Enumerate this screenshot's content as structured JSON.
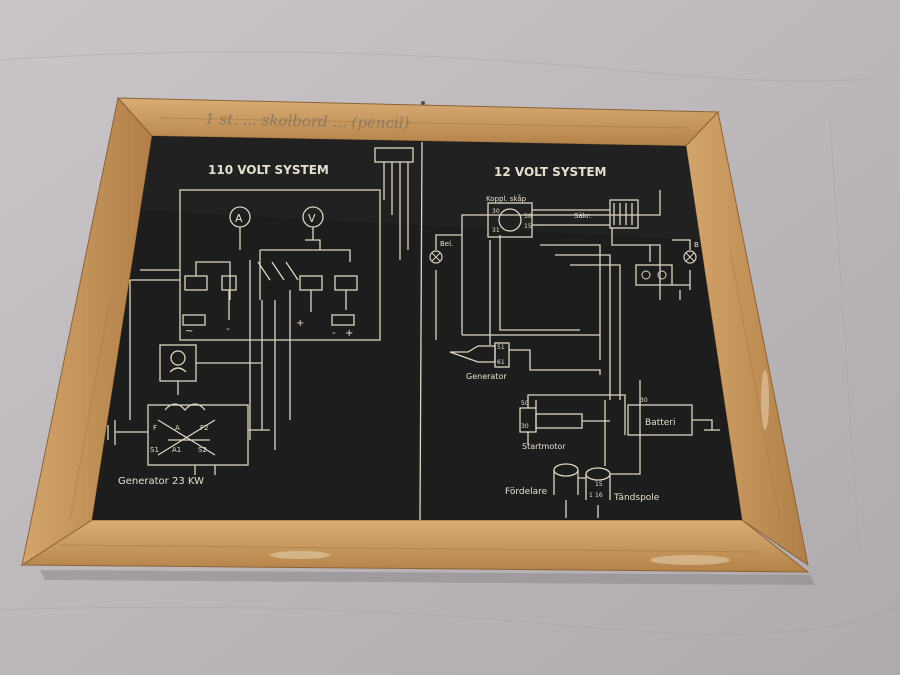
{
  "frame_note": "1 st. ... skolbord ... (pencil)",
  "left_panel": {
    "title": "110 VOLT SYSTEM",
    "meters": [
      "A",
      "V"
    ],
    "terminals": [
      "~",
      "-",
      "+",
      "-",
      "+"
    ],
    "winding_labels": [
      "F",
      "A",
      "F2",
      "S1",
      "A1",
      "S2"
    ],
    "caption": "Generator 23 KW"
  },
  "right_panel": {
    "title": "12 VOLT SYSTEM",
    "junction_box": "Koppl. skåp",
    "fuse_box": "Säkr.",
    "lamp_left": "Bel.",
    "lamp_right": "B",
    "generator": "Generator",
    "starter": "Startmotor",
    "battery": "Batteri",
    "distributor": "Fördelare",
    "ignition_coil": "Tändspole",
    "terminal_numbers": [
      "30",
      "50",
      "31",
      "15",
      "51",
      "61",
      "50",
      "30",
      "30",
      "15",
      "16",
      "1"
    ]
  },
  "colors": {
    "wood": "#c8955a",
    "board": "#1c1d1c",
    "lines": "#dcd6c0",
    "background": "#bdb9bc"
  }
}
